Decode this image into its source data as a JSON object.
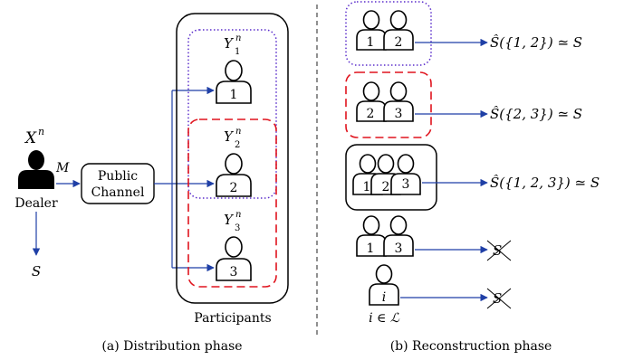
{
  "distribution": {
    "source_label": "X",
    "source_sup": "n",
    "dealer_label": "Dealer",
    "message_label": "M",
    "secret_label": "S",
    "channel_label_line1": "Public",
    "channel_label_line2": "Channel",
    "participants_label": "Participants",
    "participants": [
      {
        "obs": "Y",
        "sup": "n",
        "sub": "1",
        "id": "1"
      },
      {
        "obs": "Y",
        "sup": "n",
        "sub": "2",
        "id": "2"
      },
      {
        "obs": "Y",
        "sup": "n",
        "sub": "3",
        "id": "3"
      }
    ],
    "caption": "(a) Distribution phase"
  },
  "reconstruction": {
    "sets": [
      {
        "ids": [
          "1",
          "2"
        ],
        "result": "Ŝ({1, 2}) ≃ S",
        "border": "dotted-purple",
        "success": true
      },
      {
        "ids": [
          "2",
          "3"
        ],
        "result": "Ŝ({2, 3}) ≃ S",
        "border": "dashed-red",
        "success": true
      },
      {
        "ids": [
          "1",
          "2",
          "3"
        ],
        "result": "Ŝ({1, 2, 3}) ≃ S",
        "border": "solid-black",
        "success": true
      },
      {
        "ids": [
          "1",
          "3"
        ],
        "result": "S",
        "border": "none",
        "success": false
      },
      {
        "ids": [
          "i"
        ],
        "result": "S",
        "border": "none",
        "success": false
      }
    ],
    "leaker_label": "i ∈ ℒ",
    "caption": "(b) Reconstruction phase"
  },
  "colors": {
    "arrow": "#1f3fa6",
    "dotted_box": "#5b2ecc",
    "dashed_box": "#e0141e",
    "divider": "#555555"
  }
}
